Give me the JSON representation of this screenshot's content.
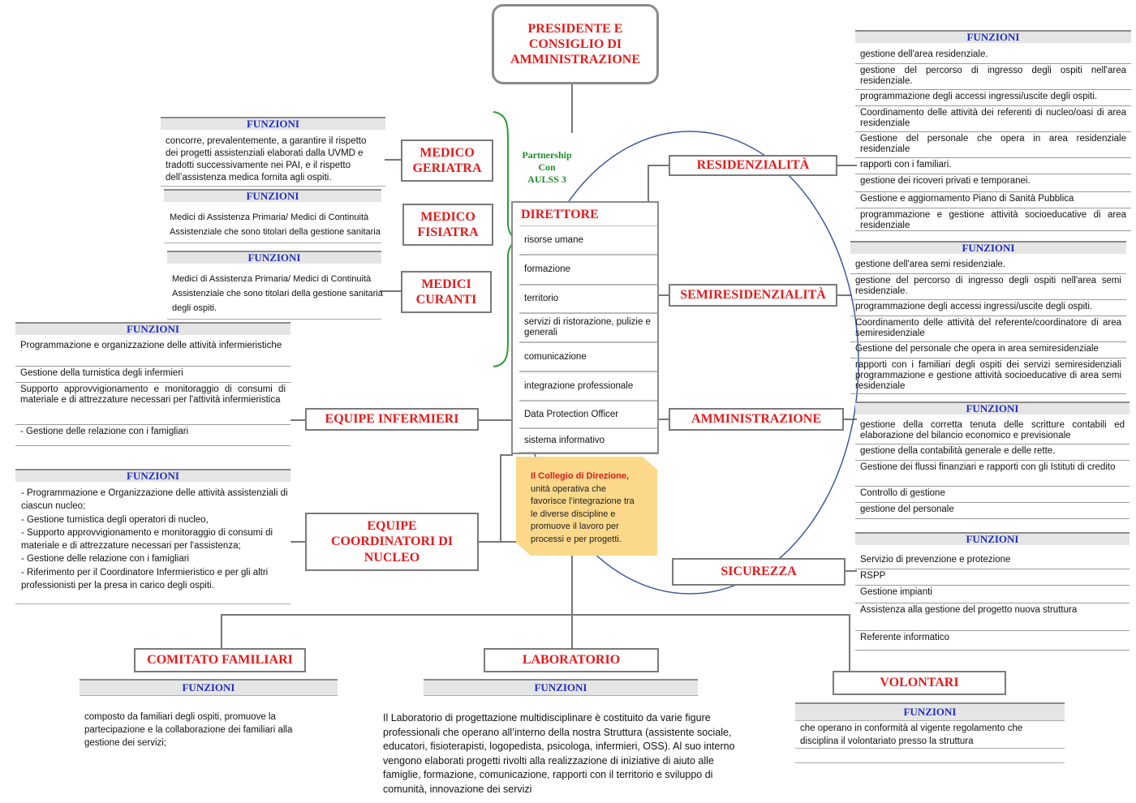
{
  "top": {
    "president": "PRESIDENTE E CONSIGLIO DI AMMINISTRAZIONE"
  },
  "labels": {
    "funzioni": "FUNZIONI"
  },
  "partnership": {
    "line1": "Partnership",
    "line2": "Con",
    "line3": "AULSS 3"
  },
  "left_units": {
    "medico_geriatra": "MEDICO GERIATRA",
    "medico_fisiatra": "MEDICO FISIATRA",
    "medici_curanti": "MEDICI CURANTI",
    "equipe_infermieri": "EQUIPE INFERMIERI",
    "equipe_coordinatori": "EQUIPE COORDINATORI DI NUCLEO"
  },
  "geriatra_funzioni": "concorre, prevalentemente, a garantire il rispetto dei progetti assistenziali elaborati dalla UVMD e tradotti successivamente nei PAI, e il rispetto dell’assistenza medica fornita agli ospiti.",
  "fisiatra_funzioni": "Medici di Assistenza Primaria/ Medici di Continuità Assistenziale che sono titolari della gestione sanitaria",
  "curanti_funzioni": "Medici di Assistenza Primaria/ Medici di Continuità Assistenziale che sono titolari della gestione sanitaria degli ospiti.",
  "infermieri_funzioni": [
    "Programmazione e organizzazione delle attività infermieristiche",
    "Gestione della turnistica degli infermieri",
    "Supporto approvvigionamento e monitoraggio di consumi di materiale e di attrezzature necessari per l'attività infermieristica",
    "- Gestione delle relazione con i famigliari"
  ],
  "coordinatori_funzioni": [
    "- Programmazione e Organizzazione delle attività assistenziali di ciascun nucleo;",
    "- Gestione turnistica degli operatori di nucleo,",
    "- Supporto approvvigionamento e monitoraggio di consumi di materiale e di attrezzature necessari per l'assistenza;",
    "- Gestione delle relazione con i famigliari",
    "- Riferimento per il Coordinatore Infermieristico e per gli altri professionisti per la presa in carico degli ospiti."
  ],
  "direttore": {
    "title": "DIRETTORE",
    "items": [
      "risorse umane",
      "formazione",
      "territorio",
      "servizi di ristorazione, pulizie e generali",
      "comunicazione",
      "integrazione professionale",
      "Data Protection Officer",
      "sistema informativo"
    ]
  },
  "collegio": {
    "title": "Il Collegio di Direzione,",
    "text": "unità operativa che favorisce l’integrazione tra le diverse discipline e promuove il lavoro per processi e per progetti."
  },
  "right_units": {
    "residenzialita": "RESIDENZIALITÀ",
    "semiresidenzialita": "SEMIRESIDENZIALITÀ",
    "amministrazione": "AMMINISTRAZIONE",
    "sicurezza": "SICUREZZA"
  },
  "residenzialita_funzioni": [
    "gestione dell'area residenziale.",
    "gestione del percorso di ingresso degli ospiti nell'area residenziale.",
    "programmazione degli accessi ingressi/uscite degli ospiti.",
    "Coordinamento delle attività dei referenti di nucleo/oasi di area residenziale",
    "Gestione del personale che opera in area residenziale residenziale",
    "rapporti con i familiari.",
    "gestione dei ricoveri privati e temporanei.",
    "Gestione e aggiornamento Piano di Sanità Pubblica",
    "programmazione e gestione attività socioeducative di area residenziale"
  ],
  "semiresidenzialita_funzioni": [
    "gestione dell'area semi residenziale.",
    "gestione del percorso di ingresso degli ospiti nell'area semi residenziale.",
    "programmazione degli accessi ingressi/uscite degli ospiti.",
    "Coordinamento delle attività del referente/coordinatore di area semiresidenziale",
    "Gestione del personale che opera in area semiresidenziale",
    "rapporti con i familiari degli ospiti dei servizi semiresidenziali programmazione e gestione attività socioeducative di area semi residenziale"
  ],
  "amministrazione_funzioni": [
    "gestione della corretta tenuta delle scritture contabili ed elaborazione del bilancio economico e previsionale",
    "gestione della contabilità generale e delle rette.",
    "Gestione dei flussi finanziari e rapporti con gli Istituti di credito",
    "Controllo di gestione",
    "gestione del personale"
  ],
  "sicurezza_funzioni": [
    "Servizio di prevenzione e protezione",
    "RSPP",
    "Gestione impianti",
    "Assistenza alla gestione del progetto nuova struttura",
    "Referente informatico"
  ],
  "bottom_units": {
    "comitato": "COMITATO FAMILIARI",
    "laboratorio": "LABORATORIO",
    "volontari": "VOLONTARI"
  },
  "comitato_funzioni": "composto da familiari degli ospiti, promuove la partecipazione e la collaborazione dei familiari alla gestione dei servizi;",
  "laboratorio_funzioni": "Il Laboratorio di progettazione multidisciplinare è costituito da varie figure professionali che operano all’interno della nostra Struttura (assistente sociale, educatori, fisioterapisti, logopedista, psicologa, infermieri, OSS). Al suo interno vengono elaborati progetti rivolti alla realizzazione di iniziative di aiuto alle famiglie, formazione, comunicazione, rapporti con il territorio e sviluppo di comunità, innovazione dei servizi",
  "volontari_funzioni": "che operano in conformità al vigente regolamento che disciplina il volontariato presso la struttura",
  "colors": {
    "unit_text": "#e31b1b",
    "funzioni_text": "#1f2fc0",
    "partnership": "#1f8a2a",
    "note_bg": "#fbd88a",
    "circle": "#3b5b9a"
  }
}
